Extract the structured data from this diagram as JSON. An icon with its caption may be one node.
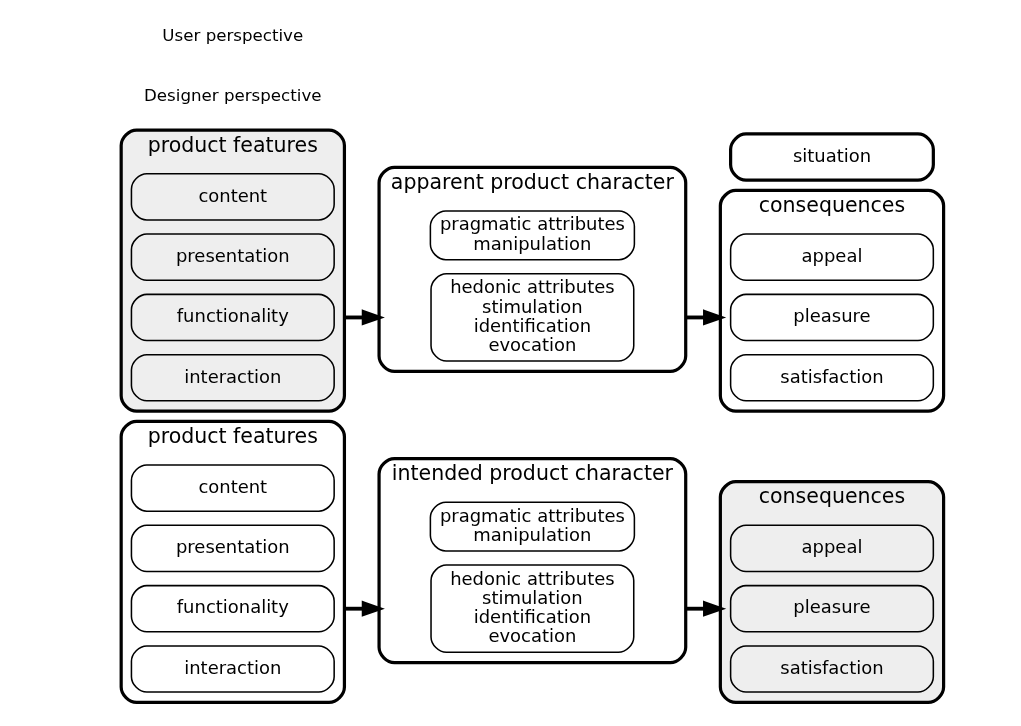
{
  "diagram": {
    "nodes": [
      {
        "text": [
          "product features"
        ]
      },
      {
        "text": [
          "content"
        ],
        "in": 0
      },
      {
        "text": [
          "presentation"
        ],
        "in": 0
      },
      {
        "text": [
          "functionality"
        ],
        "in": 0
      },
      {
        "text": [
          "interaction"
        ],
        "in": 0
      },
      {
        "text": [
          "intended product character"
        ]
      },
      {
        "text": [
          "pragmatic attributes",
          "manipulation"
        ],
        "in": 5
      },
      {
        "text": [
          "hedonic attributes",
          "stimulation",
          "identification",
          "evocation"
        ],
        "in": 5
      },
      {
        "text": [
          "consequences"
        ]
      },
      {
        "text": [
          "appeal"
        ],
        "in": 8
      },
      {
        "text": [
          "pleasure"
        ],
        "in": 8
      },
      {
        "text": [
          "satisfaction"
        ],
        "in": 8
      },
      {
        "text": [
          "product features"
        ]
      },
      {
        "text": [
          "content"
        ],
        "in": 12
      },
      {
        "text": [
          "presentation"
        ],
        "in": 12
      },
      {
        "text": [
          "functionality"
        ],
        "in": 12
      },
      {
        "text": [
          "interaction"
        ],
        "in": 12
      },
      {
        "text": [
          "apparent product character"
        ]
      },
      {
        "text": [
          "pragmatic attributes",
          "manipulation"
        ],
        "in": 17
      },
      {
        "text": [
          "hedonic attributes",
          "stimulation",
          "identification",
          "evocation"
        ],
        "in": 17
      },
      {
        "text": [
          "situation"
        ]
      },
      {
        "text": [
          "consequences"
        ]
      },
      {
        "text": [
          "appeal"
        ],
        "in": 21
      },
      {
        "text": [
          "pleasure"
        ],
        "in": 21
      },
      {
        "text": [
          "satisfaction"
        ],
        "in": 21
      }
    ],
    "edges": [
      {
        "from": 0,
        "to": 5,
        "arrow": "to"
      },
      {
        "from": 5,
        "to": 8,
        "arrow": "to"
      },
      {
        "from": 12,
        "to": 17,
        "arrow": "to"
      },
      {
        "from": 17,
        "to": 21,
        "arrow": "to"
      }
    ],
    "labels": [
      "Designer perspective",
      "User perspective"
    ]
  }
}
